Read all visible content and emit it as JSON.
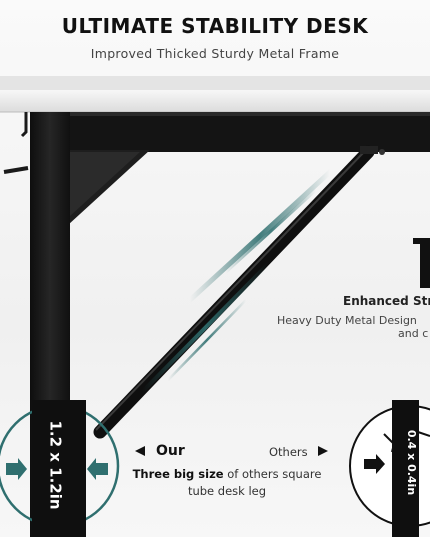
{
  "header": {
    "title": "ULTIMATE STABILITY DESK",
    "subtitle": "Improved Thicked Sturdy Metal Frame"
  },
  "feature": {
    "title": "Enhanced Str",
    "description_line1": "Heavy Duty Metal Design",
    "description_line2": "and c"
  },
  "comparison": {
    "our_label": "Our",
    "others_label": "Others",
    "our_leg_size": "1.2 x 1.2in",
    "others_leg_size": "0.4 x 0.4in",
    "caption_bold": "Three big size",
    "caption_rest": " of others square tube desk leg"
  },
  "colors": {
    "accent_teal": "#2f6f6f",
    "frame_black": "#161616",
    "desktop_white": "#ececec"
  },
  "icons": {
    "left_arrow": "triangle-left-icon",
    "right_arrow": "triangle-right-icon",
    "inward_arrow": "inward-arrow-icon"
  }
}
